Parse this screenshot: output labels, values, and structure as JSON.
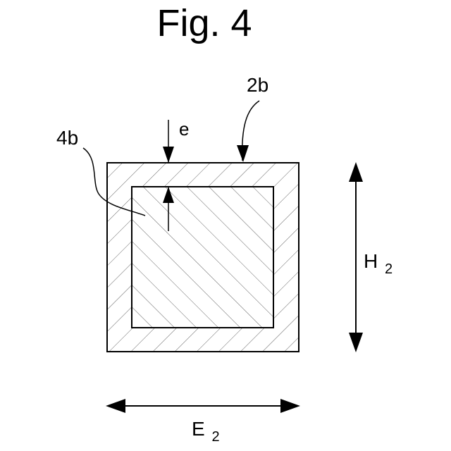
{
  "figure": {
    "title": "Fig. 4"
  },
  "labels": {
    "outer_tube": "2b",
    "inner_core": "4b",
    "thickness": "e",
    "height_main": "H",
    "height_sub": "2",
    "width_main": "E",
    "width_sub": "2"
  }
}
